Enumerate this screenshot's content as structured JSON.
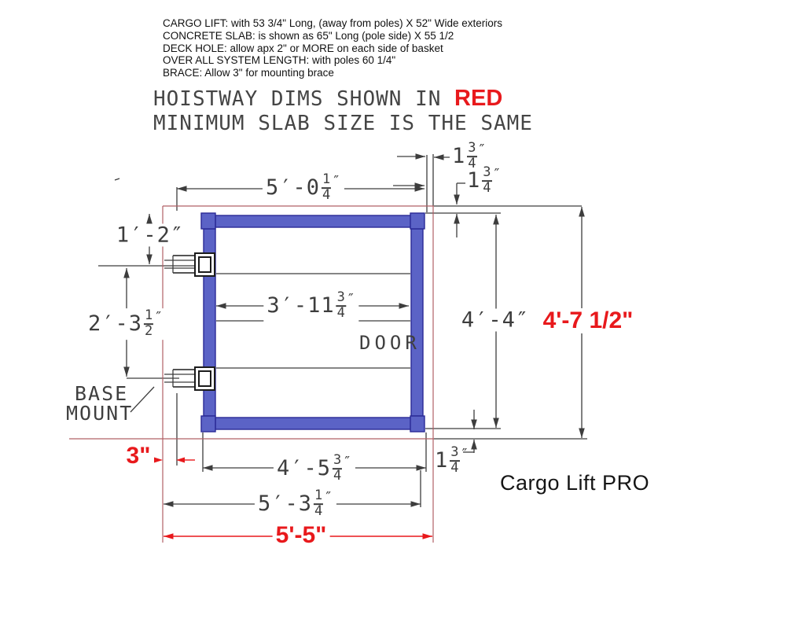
{
  "colors": {
    "frame_blue": "#5b63c6",
    "frame_border": "#2a2a96",
    "cad_gray": "#3d3d3d",
    "red_line": "#b06066",
    "red_text": "#e8191c",
    "note_black": "#111111"
  },
  "notes": {
    "line1": "CARGO LIFT: with 53 3/4\" Long, (away from poles) X 52\" Wide exteriors",
    "line2": "CONCRETE SLAB: is shown as 65\" Long (pole side) X 55 1/2",
    "line3": "DECK HOLE: allow apx 2\" or MORE on each side of basket",
    "line4": "OVER ALL SYSTEM LENGTH: with poles 60 1/4\"",
    "line5": "BRACE: Allow 3\" for mounting brace"
  },
  "heading": {
    "line1_prefix": "HOISTWAY DIMS SHOWN IN ",
    "line1_highlight": "RED",
    "line2": "MINIMUM SLAB SIZE IS THE SAME"
  },
  "labels": {
    "door": "DOOR",
    "base_mount_line1": "BASE",
    "base_mount_line2": "MOUNT",
    "brand": "Cargo Lift PRO"
  },
  "dims": {
    "top_width": {
      "whole": "5′-0",
      "num": "1",
      "den": "4",
      "suffix": "″"
    },
    "gap_top_right_1": {
      "whole": "1",
      "num": "3",
      "den": "4",
      "suffix": "″"
    },
    "gap_top_right_2": {
      "whole": "1",
      "num": "3",
      "den": "4",
      "suffix": "″"
    },
    "left_upper": {
      "text": "1′-2″"
    },
    "left_lower": {
      "whole": "2′-3",
      "num": "1",
      "den": "2",
      "suffix": "″"
    },
    "inner_width": {
      "whole": "3′-11",
      "num": "3",
      "den": "4",
      "suffix": "″"
    },
    "right_height": {
      "text": "4′-4″"
    },
    "hoistway_height": {
      "text": "4'-7 1/2\""
    },
    "gap_bottom_right": {
      "whole": "1",
      "num": "3",
      "den": "4",
      "suffix": "″"
    },
    "bottom_length_1": {
      "whole": "4′-5",
      "num": "3",
      "den": "4",
      "suffix": "″"
    },
    "bottom_length_2": {
      "whole": "5′-3",
      "num": "1",
      "den": "4",
      "suffix": "″"
    },
    "hoistway_width": {
      "text": "5'-5\""
    },
    "brace_gap": {
      "text": "3\""
    }
  }
}
